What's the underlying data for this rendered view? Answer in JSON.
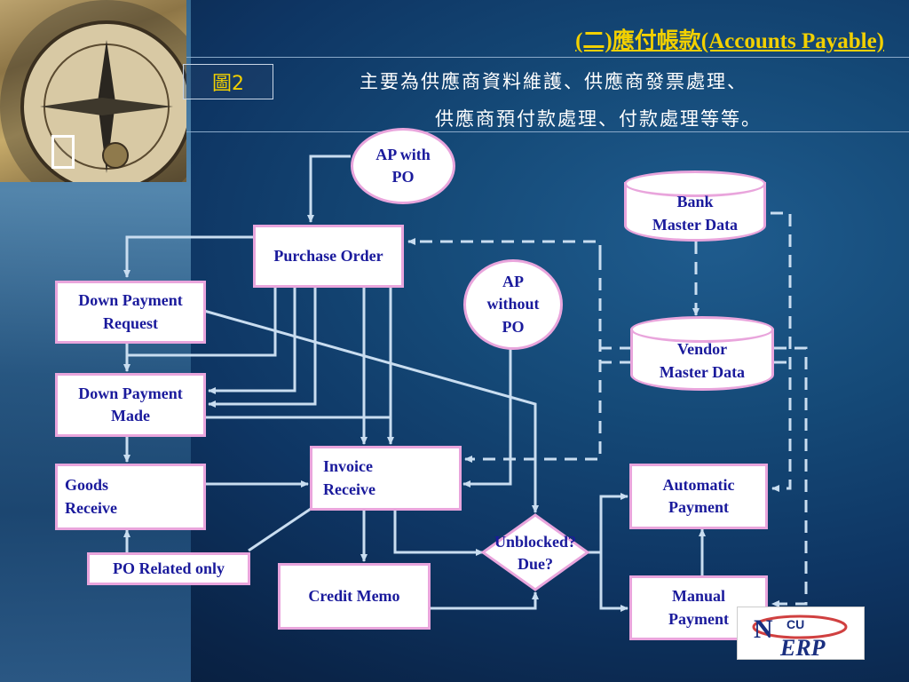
{
  "header": {
    "title": "(二)應付帳款(Accounts Payable)",
    "figure_tag": "圖2",
    "subtitle_line1": "主要為供應商資料維護、供應商發票處理、",
    "subtitle_line2": "供應商預付款處理、付款處理等等。"
  },
  "nodes": {
    "ap_with_po": "AP with\nPO",
    "purchase_order": "Purchase Order",
    "ap_without_po": "AP\nwithout\nPO",
    "bank_master": "Bank\nMaster Data",
    "vendor_master": "Vendor\nMaster Data",
    "down_payment_request": "Down Payment\nRequest",
    "down_payment_made": "Down Payment\nMade",
    "goods_receive": "Goods\nReceive",
    "po_related_only": "PO Related only",
    "invoice_receive": "Invoice\n      Receive",
    "credit_memo": "Credit Memo",
    "unblocked_due": "Unblocked?\nDue?",
    "automatic_payment": "Automatic\nPayment",
    "manual_payment": "Manual\nPayment"
  },
  "logo_text": "NCU ERP",
  "colors": {
    "title": "#f2d000",
    "node_border": "#e9a5dc",
    "node_text": "#1a1a9c",
    "arrow": "#c9ddf0"
  }
}
